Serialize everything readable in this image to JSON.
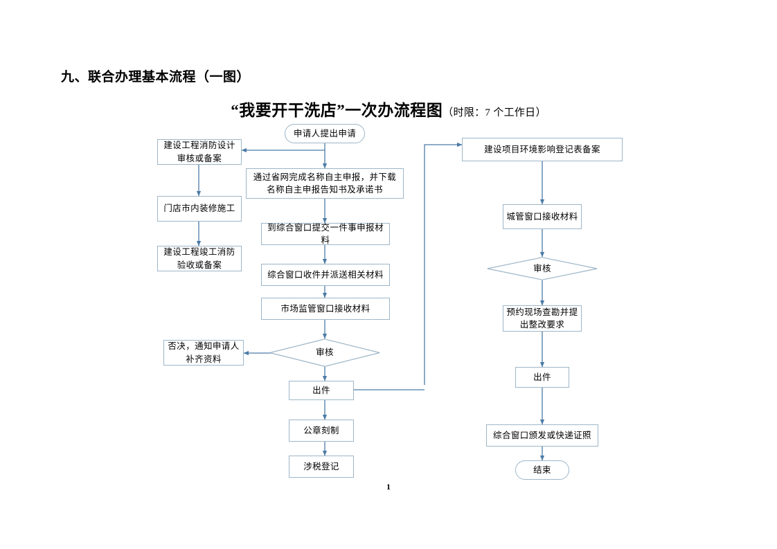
{
  "document": {
    "section_heading": "九、联合办理基本流程（一图）",
    "chart_title_main": "“我要开干洗店”一次办流程图",
    "chart_title_sub": "（时限：7 个工作日）",
    "page_number": "1"
  },
  "colors": {
    "node_border": "#9db6c8",
    "connector": "#4a7ba6",
    "text": "#000000",
    "background": "#ffffff"
  },
  "flow": {
    "left_branch": [
      {
        "id": "fire-design-review",
        "label": "建设工程消防设计审核或备案",
        "shape": "rect"
      },
      {
        "id": "store-interior-work",
        "label": "门店市内装修施工",
        "shape": "rect"
      },
      {
        "id": "fire-acceptance",
        "label": "建设工程竣工消防验收或备案",
        "shape": "rect"
      }
    ],
    "center_branch": [
      {
        "id": "applicant-submits",
        "label": "申请人提出申请",
        "shape": "rounded"
      },
      {
        "id": "province-name-declare",
        "label": "通过省网完成名称自主申报，并下载名称自主申报告知书及承诺书",
        "shape": "rect"
      },
      {
        "id": "submit-to-window",
        "label": "到综合窗口提交一件事申报材料",
        "shape": "rect"
      },
      {
        "id": "window-receive-send",
        "label": "综合窗口收件并派送相关材料",
        "shape": "rect"
      },
      {
        "id": "market-window-receive",
        "label": "市场监管窗口接收材料",
        "shape": "rect"
      },
      {
        "id": "center-review",
        "label": "审核",
        "shape": "diamond"
      },
      {
        "id": "center-output",
        "label": "出件",
        "shape": "rect"
      },
      {
        "id": "seal-engraving",
        "label": "公章刻制",
        "shape": "rect"
      },
      {
        "id": "tax-registration",
        "label": "涉税登记",
        "shape": "rect"
      }
    ],
    "reject_node": {
      "id": "reject-notify",
      "label": "否决，通知申请人补齐资料",
      "shape": "rect"
    },
    "right_branch": [
      {
        "id": "env-impact-filing",
        "label": "建设项目环境影响登记表备案",
        "shape": "rect"
      },
      {
        "id": "urban-window-receive",
        "label": "城管窗口接收材料",
        "shape": "rect"
      },
      {
        "id": "right-review",
        "label": "审核",
        "shape": "diamond"
      },
      {
        "id": "site-survey",
        "label": "预约现场查勘并提出整改要求",
        "shape": "rect"
      },
      {
        "id": "right-output",
        "label": "出件",
        "shape": "rect"
      },
      {
        "id": "issue-license",
        "label": "综合窗口颁发或快递证照",
        "shape": "rect"
      },
      {
        "id": "end-node",
        "label": "结束",
        "shape": "rounded"
      }
    ]
  }
}
